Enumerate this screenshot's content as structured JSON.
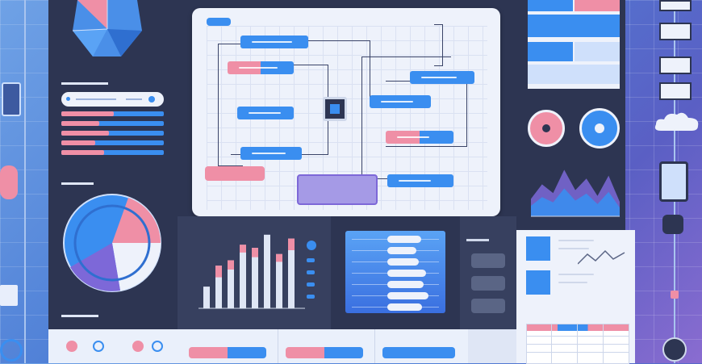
{
  "colors": {
    "accent_blue": "#3a8ef0",
    "accent_pink": "#ef8fa6",
    "panel_dark": "#2d3552",
    "panel_light": "#eef2fb",
    "purple": "#7d68d8"
  },
  "icons": [
    "shield-icon",
    "cloud-icon",
    "camera-icon",
    "pie-chart-icon",
    "flowchart-icon",
    "bar-chart-icon",
    "area-chart-icon",
    "table-icon",
    "donut-icon"
  ],
  "progress": {
    "left_list": [
      0.85,
      0.62,
      0.78,
      0.55,
      0.7
    ],
    "mid_list": [
      0.4,
      0.3,
      0.35,
      0.5,
      0.45,
      0.55,
      0.42
    ]
  },
  "bars_left": [
    0.28,
    0.55,
    0.62,
    0.82,
    0.78,
    0.95,
    0.7,
    0.9
  ],
  "bars_pink_cap": [
    0.0,
    0.15,
    0.12,
    0.1,
    0.12,
    0.0,
    0.1,
    0.15
  ],
  "area_peaks": [
    0.3,
    0.55,
    0.4,
    0.8,
    0.45,
    0.65,
    0.35,
    0.7,
    0.25
  ]
}
